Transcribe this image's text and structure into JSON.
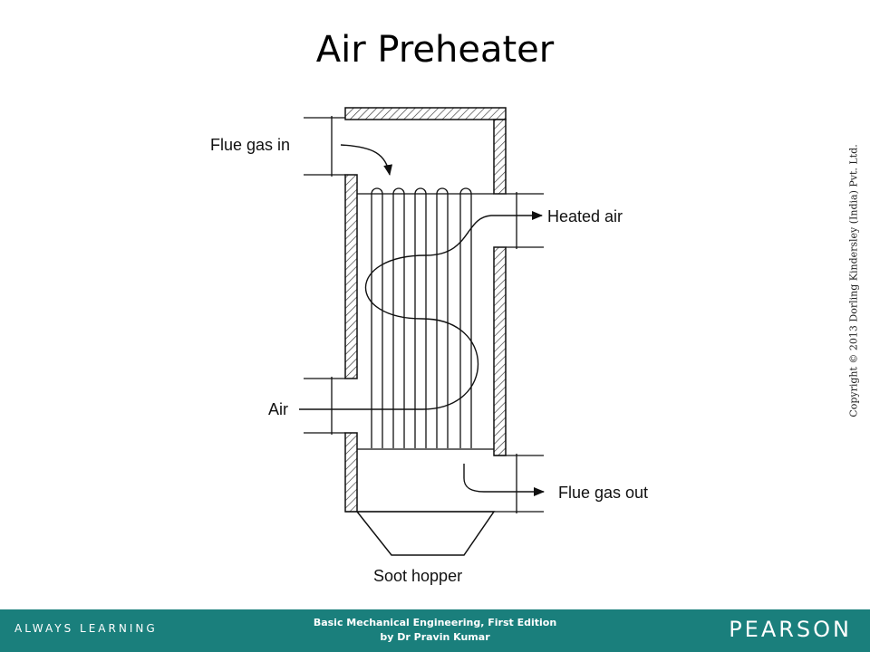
{
  "slide": {
    "title": "Air Preheater",
    "copyright": "Copyright © 2013 Dorling Kindersley (India) Pvt. Ltd."
  },
  "diagram": {
    "labels": {
      "flue_gas_in": "Flue gas in",
      "heated_air": "Heated air",
      "air": "Air",
      "flue_gas_out": "Flue gas out",
      "soot_hopper": "Soot hopper"
    }
  },
  "footer": {
    "tagline": "ALWAYS LEARNING",
    "book_title": "Basic Mechanical Engineering, First Edition",
    "author": "by Dr Pravin Kumar",
    "brand": "PEARSON"
  },
  "colors": {
    "footer_bg": "#1a7f7c",
    "footer_text": "#ffffff"
  }
}
